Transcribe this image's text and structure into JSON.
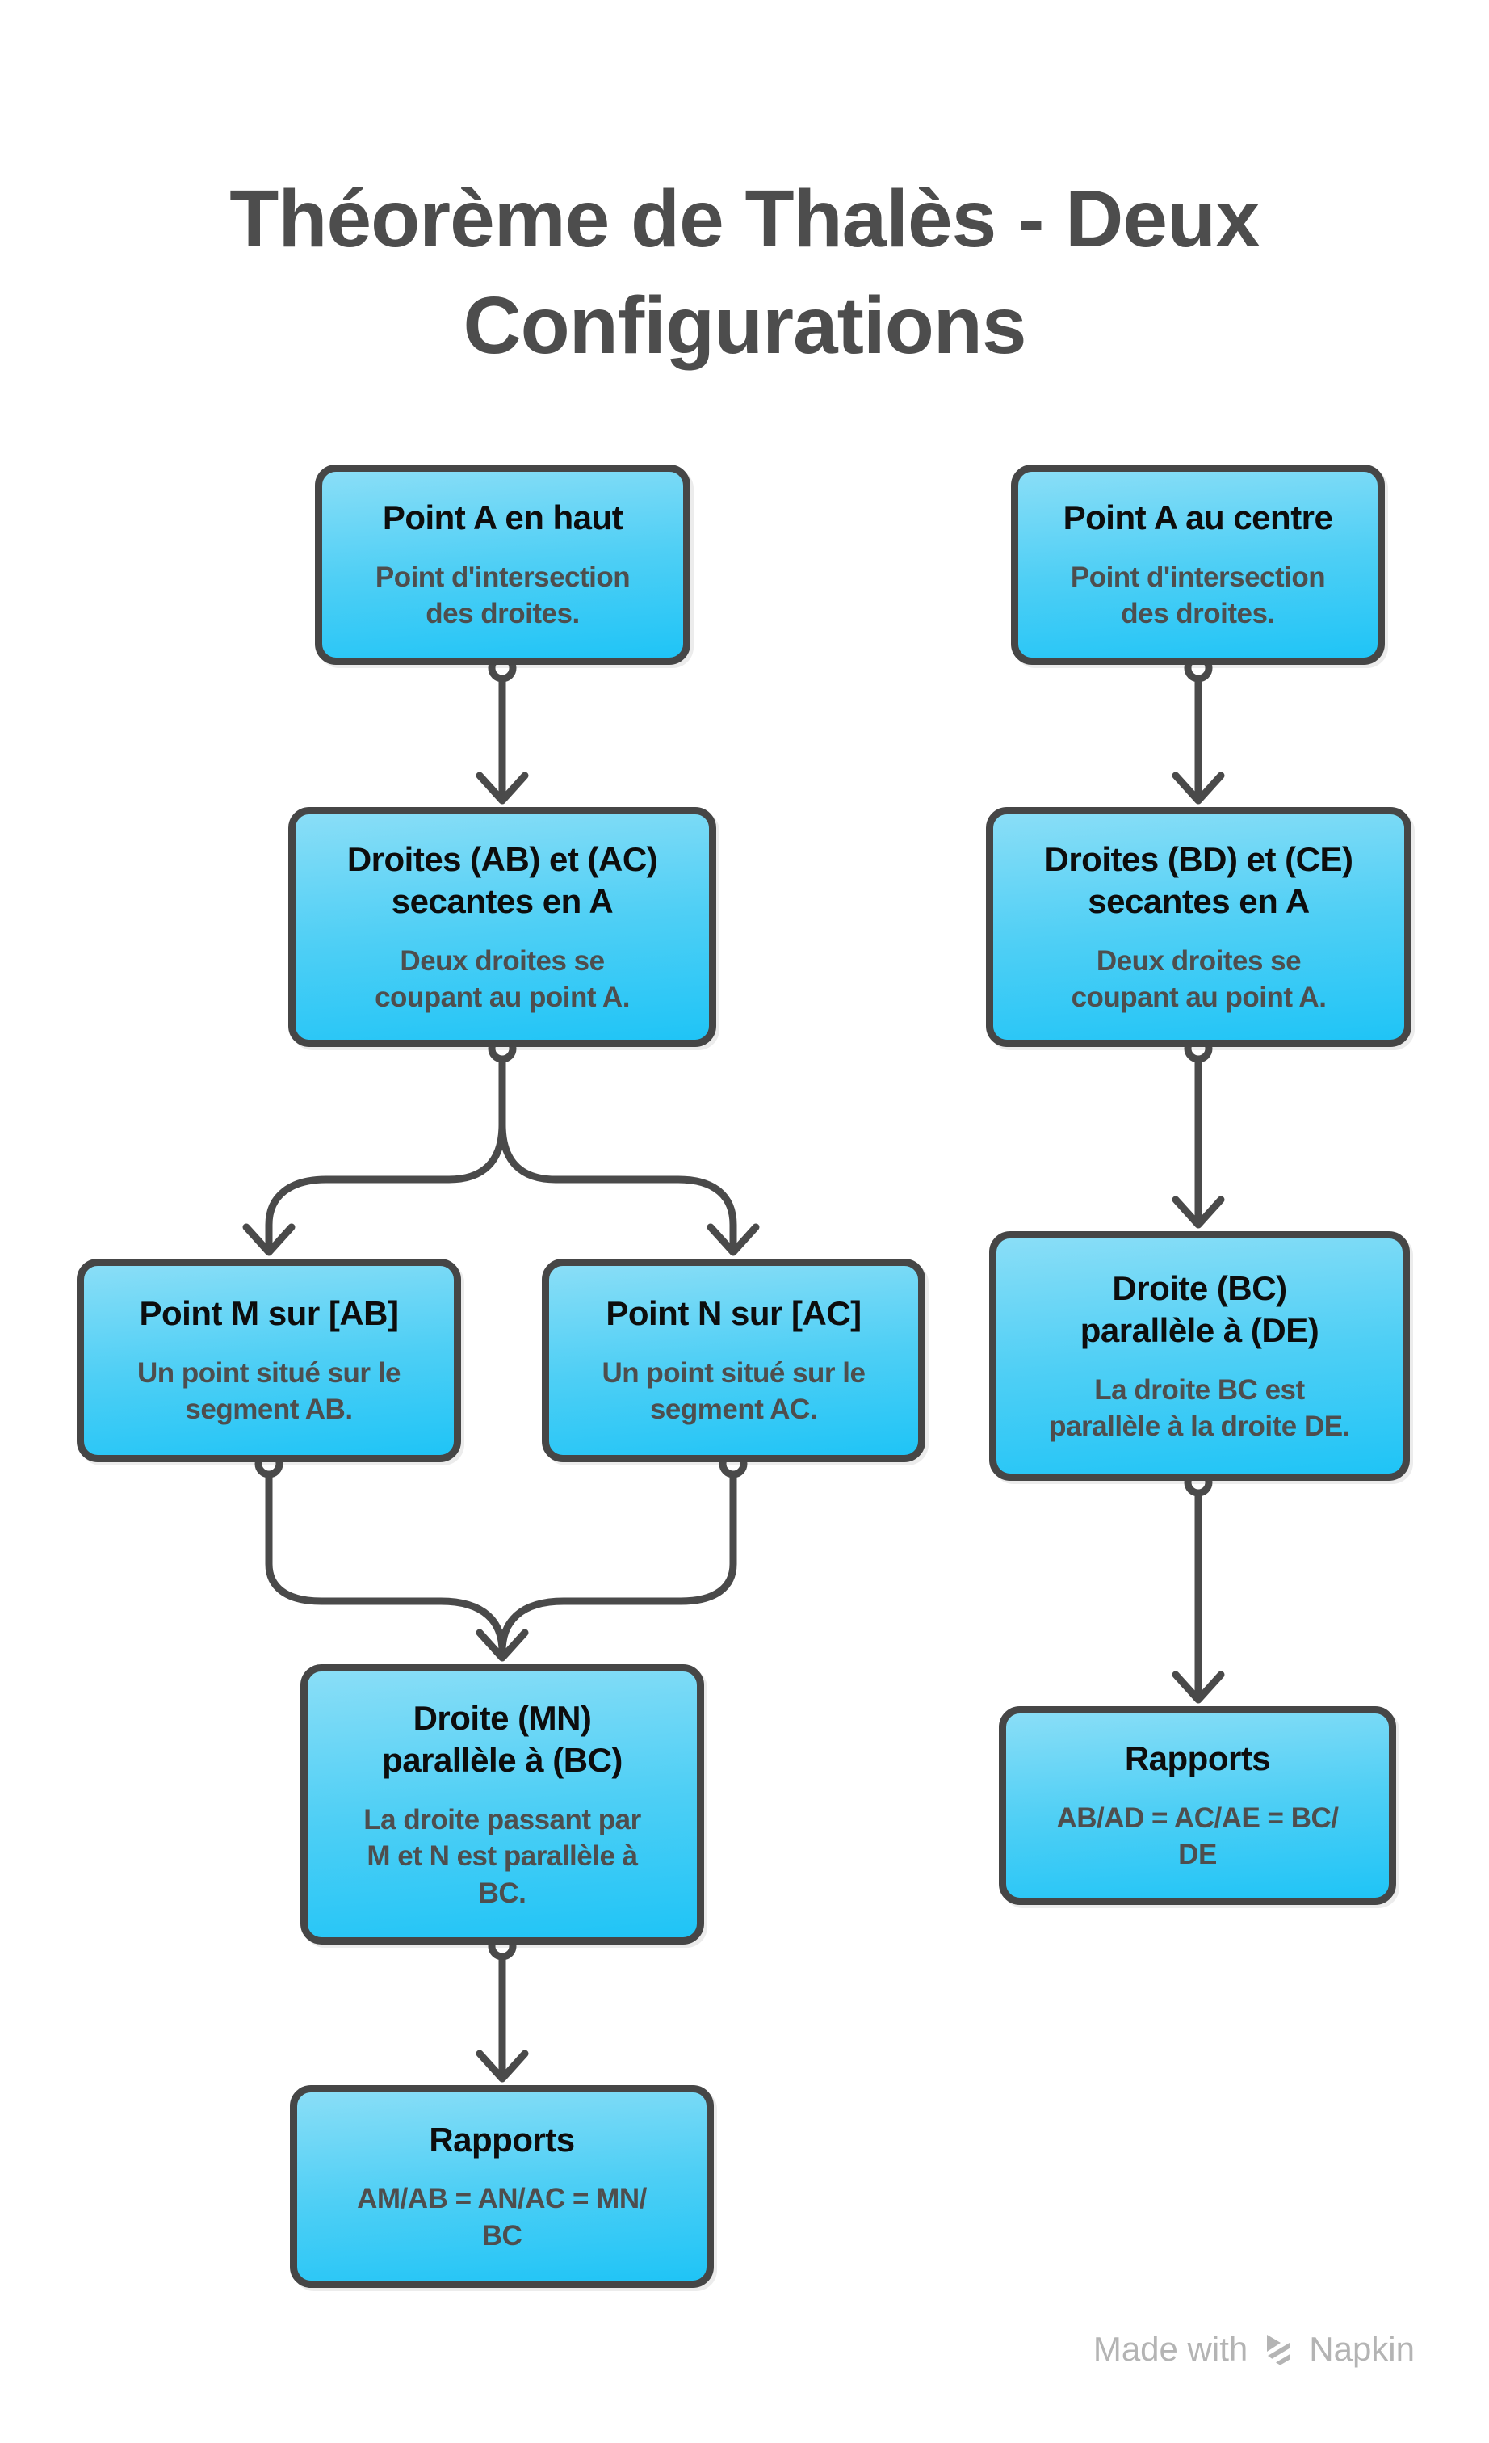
{
  "title": {
    "lines": [
      "Théorème de Thalès - Deux",
      "Configurations"
    ]
  },
  "nodes": {
    "l1": {
      "title": "Point A en haut",
      "body": "Point d'intersection\ndes droites."
    },
    "l2": {
      "title": "Droites (AB) et (AC)\nsecantes en A",
      "body": "Deux droites se\ncoupant au point A."
    },
    "l3": {
      "title": "Point M sur [AB]",
      "body": "Un point situé sur le\nsegment AB."
    },
    "l4": {
      "title": "Point N sur [AC]",
      "body": "Un point situé sur le\nsegment AC."
    },
    "l5": {
      "title": "Droite (MN)\nparallèle à (BC)",
      "body": "La droite passant par\nM et N est parallèle à\nBC."
    },
    "l6": {
      "title": "Rapports",
      "body": "AM/AB = AN/AC = MN/\nBC"
    },
    "r1": {
      "title": "Point A au centre",
      "body": "Point d'intersection\ndes droites."
    },
    "r2": {
      "title": "Droites (BD) et (CE)\nsecantes en A",
      "body": "Deux droites se\ncoupant au point A."
    },
    "r3": {
      "title": "Droite (BC)\nparallèle à (DE)",
      "body": "La droite BC est\nparallèle à la droite DE."
    },
    "r4": {
      "title": "Rapports",
      "body": "AB/AD = AC/AE = BC/\nDE"
    }
  },
  "footer": {
    "made_with": "Made with",
    "brand": "Napkin"
  },
  "colors": {
    "node_gradient_top": "#8adef7",
    "node_gradient_bottom": "#1fc4f6",
    "node_border": "#464646",
    "connector": "#4a4a4a",
    "title_text": "#4d4d4d",
    "node_title_text": "#0d0d0d",
    "node_body_text": "#4e4e4e",
    "footer_text": "#b4b4b4"
  }
}
